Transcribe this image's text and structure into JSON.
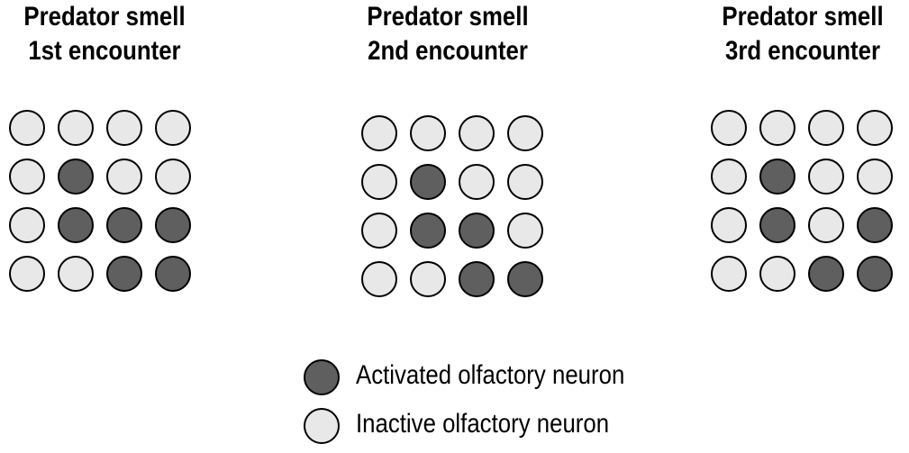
{
  "colors": {
    "active": "#5f5f5f",
    "inactive": "#e8e8e8",
    "outline": "#000000"
  },
  "panels": [
    {
      "title_line1": "Predator smell",
      "title_line2": "1st encounter",
      "grid": [
        [
          0,
          0,
          0,
          0
        ],
        [
          0,
          1,
          0,
          0
        ],
        [
          0,
          1,
          1,
          1
        ],
        [
          0,
          0,
          1,
          1
        ]
      ]
    },
    {
      "title_line1": "Predator smell",
      "title_line2": "2nd encounter",
      "grid": [
        [
          0,
          0,
          0,
          0
        ],
        [
          0,
          1,
          0,
          0
        ],
        [
          0,
          1,
          1,
          0
        ],
        [
          0,
          0,
          1,
          1
        ]
      ]
    },
    {
      "title_line1": "Predator smell",
      "title_line2": "3rd encounter",
      "grid": [
        [
          0,
          0,
          0,
          0
        ],
        [
          0,
          1,
          0,
          0
        ],
        [
          0,
          1,
          0,
          1
        ],
        [
          0,
          0,
          1,
          1
        ]
      ]
    }
  ],
  "legend": {
    "active_label": "Activated olfactory neuron",
    "inactive_label": "Inactive olfactory neuron"
  }
}
